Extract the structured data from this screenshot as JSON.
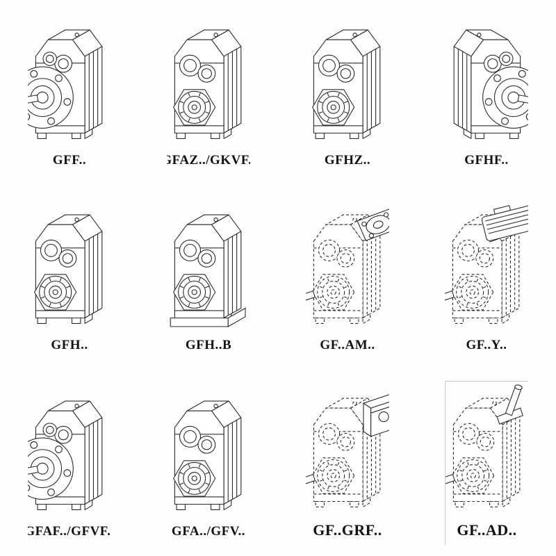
{
  "page": {
    "background": "#fdfdfd",
    "line_color": "#2b2b2b"
  },
  "cells": [
    {
      "label": "GFF..",
      "drawing": "gearbox-solid-output-flange"
    },
    {
      "label": "GFAZ../GKVF..",
      "drawing": "gearbox-solid-hollow-shaft"
    },
    {
      "label": "GFHZ..",
      "drawing": "gearbox-solid-hollow-shaft"
    },
    {
      "label": "GFHF..",
      "drawing": "gearbox-solid-output-flange-mirrored"
    },
    {
      "label": "GFH..",
      "drawing": "gearbox-solid-shaft-mounted"
    },
    {
      "label": "GFH..B",
      "drawing": "gearbox-solid-shaft-mounted-with-base"
    },
    {
      "label": "GF..AM..",
      "drawing": "gearbox-phantom-with-motor-adapter-flange"
    },
    {
      "label": "GF..Y..",
      "drawing": "gearbox-phantom-with-mounted-motor"
    },
    {
      "label": "GFAF../GFVF..",
      "drawing": "gearbox-solid-output-flange"
    },
    {
      "label": "GFA../GFV..",
      "drawing": "gearbox-solid-hollow-shaft"
    },
    {
      "label": "GF..GRF..",
      "drawing": "gearbox-phantom-with-input-unit"
    },
    {
      "label": "GF..AD..",
      "drawing": "gearbox-phantom-with-shaft-adapter"
    }
  ]
}
